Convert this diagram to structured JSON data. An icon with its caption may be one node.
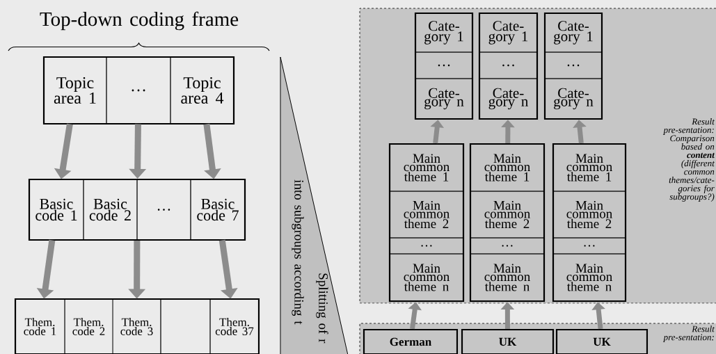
{
  "diagram": {
    "nodes": [
      {
        "text": [],
        "shape": "box"
      },
      {
        "text": [
          "Topic area 1"
        ],
        "in": 0
      },
      {
        "text": [
          "…"
        ],
        "in": 0
      },
      {
        "text": [
          "Topic area 4"
        ],
        "in": 0
      },
      {
        "text": [],
        "shape": "box"
      },
      {
        "text": [
          "Basic code 1"
        ],
        "in": 4
      },
      {
        "text": [
          "Basic code 2"
        ],
        "in": 4
      },
      {
        "text": [
          "…"
        ],
        "in": 4
      },
      {
        "text": [
          "Basic code 7"
        ],
        "in": 4
      },
      {
        "text": [],
        "shape": "box"
      },
      {
        "text": [
          "Them. code 1"
        ],
        "in": 9
      },
      {
        "text": [
          "Them. code 2"
        ],
        "in": 9
      },
      {
        "text": [
          "Them. code 3"
        ],
        "in": 9
      },
      {
        "text": [],
        "shape": "box",
        "in": 9
      },
      {
        "text": [
          "Them. code 37"
        ],
        "in": 9
      },
      {
        "text": [],
        "shape": "box"
      },
      {
        "text": [],
        "shape": "box",
        "in": 15
      },
      {
        "text": [
          "Cate-gory 1"
        ],
        "in": 16
      },
      {
        "text": [
          "…"
        ],
        "in": 16
      },
      {
        "text": [
          "Cate-gory n"
        ],
        "in": 16
      },
      {
        "text": [],
        "shape": "box",
        "in": 15
      },
      {
        "text": [
          "Cate-gory 1"
        ],
        "in": 20
      },
      {
        "text": [
          "…"
        ],
        "in": 20
      },
      {
        "text": [
          "Cate-gory n"
        ],
        "in": 20
      },
      {
        "text": [],
        "shape": "box",
        "in": 15
      },
      {
        "text": [
          "Cate-gory 1"
        ],
        "in": 24
      },
      {
        "text": [
          "…"
        ],
        "in": 24
      },
      {
        "text": [
          "Cate-gory n"
        ],
        "in": 24
      },
      {
        "text": [],
        "shape": "box",
        "in": 15
      },
      {
        "text": [
          "Main common theme 1"
        ],
        "in": 28
      },
      {
        "text": [
          "Main common theme 2"
        ],
        "in": 28
      },
      {
        "text": [
          "…"
        ],
        "in": 28
      },
      {
        "text": [
          "Main common theme n"
        ],
        "in": 28
      },
      {
        "text": [],
        "shape": "box",
        "in": 15
      },
      {
        "text": [
          "Main common theme 1"
        ],
        "in": 33
      },
      {
        "text": [
          "Main common theme 2"
        ],
        "in": 33
      },
      {
        "text": [
          "…"
        ],
        "in": 33
      },
      {
        "text": [
          "Main common theme n"
        ],
        "in": 33
      },
      {
        "text": [],
        "shape": "box",
        "in": 15
      },
      {
        "text": [
          "Main common theme 1"
        ],
        "in": 38
      },
      {
        "text": [
          "Main common theme 2"
        ],
        "in": 38
      },
      {
        "text": [
          "…"
        ],
        "in": 38
      },
      {
        "text": [
          "Main common theme n"
        ],
        "in": 38
      },
      {
        "text": [],
        "shape": "box"
      },
      {
        "text": [
          "German"
        ],
        "in": 43
      },
      {
        "text": [
          "UK"
        ],
        "in": 43
      },
      {
        "text": [
          "UK"
        ],
        "in": 43
      }
    ],
    "edges": [
      {
        "from": 1,
        "to": 5,
        "arrow": "to"
      },
      {
        "from": 2,
        "to": 4,
        "arrow": "to"
      },
      {
        "from": 3,
        "to": 8,
        "arrow": "to"
      },
      {
        "from": 5,
        "to": 10,
        "arrow": "to"
      },
      {
        "from": 4,
        "to": 12,
        "arrow": "to"
      },
      {
        "from": 8,
        "to": 14,
        "arrow": "to"
      },
      {
        "from": 44,
        "to": 28,
        "arrow": "to"
      },
      {
        "from": 45,
        "to": 33,
        "arrow": "to"
      },
      {
        "from": 46,
        "to": 38,
        "arrow": "to"
      },
      {
        "from": 28,
        "to": 16,
        "arrow": "to"
      },
      {
        "from": 33,
        "to": 20,
        "arrow": "to"
      },
      {
        "from": 38,
        "to": 24,
        "arrow": "to"
      }
    ],
    "labels": [
      "Top-down coding frame",
      "Splitting of r",
      "into subgroups according t",
      "Result pre-sentation: Comparison based on **content** (different common themes/cate-gories for subgroups?)",
      "Result pre-sentation:"
    ]
  }
}
